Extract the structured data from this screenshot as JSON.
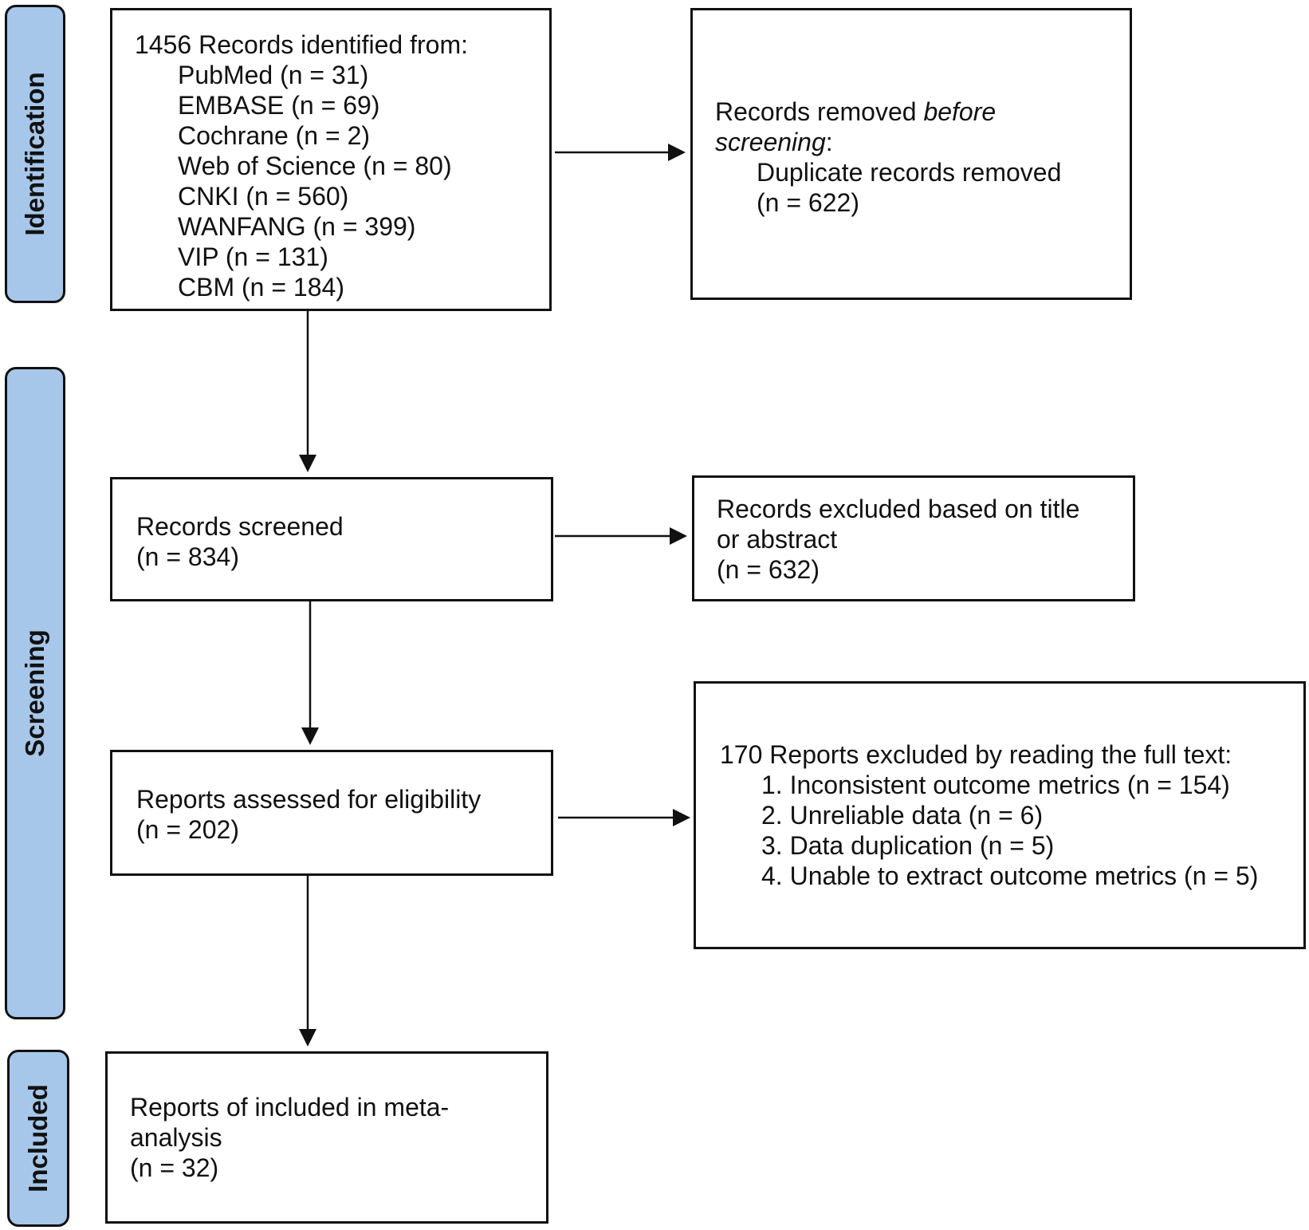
{
  "phases": {
    "identification": "Identification",
    "screening": "Screening",
    "included": "Included"
  },
  "identification": {
    "heading": "1456 Records identified from:",
    "sources": [
      "PubMed (n = 31)",
      "EMBASE (n = 69)",
      "Cochrane (n = 2)",
      "Web of Science (n = 80)",
      "CNKI (n = 560)",
      "WANFANG (n = 399)",
      "VIP (n = 131)",
      "CBM (n = 184)"
    ]
  },
  "removed": {
    "line1_a": "Records removed ",
    "line1_b": "before",
    "line2_a": "screening",
    "line2_b": ":",
    "line3": "Duplicate records removed",
    "line4": "(n = 622)"
  },
  "screened": {
    "line1": "Records screened",
    "line2": "(n = 834)"
  },
  "excluded_title": {
    "line1": "Records excluded based on title",
    "line2": "or abstract",
    "line3": "(n = 632)"
  },
  "assessed": {
    "line1": "Reports assessed for eligibility",
    "line2": "(n = 202)"
  },
  "excluded_full": {
    "heading": "170 Reports excluded by reading the full text:",
    "reasons": [
      "1. Inconsistent outcome metrics (n = 154)",
      "2. Unreliable data (n = 6)",
      "3. Data duplication (n = 5)",
      "4. Unable to extract outcome metrics (n = 5)"
    ]
  },
  "included_box": {
    "line1": "Reports of included in meta-",
    "line2": "analysis",
    "line3": "(n = 32)"
  }
}
